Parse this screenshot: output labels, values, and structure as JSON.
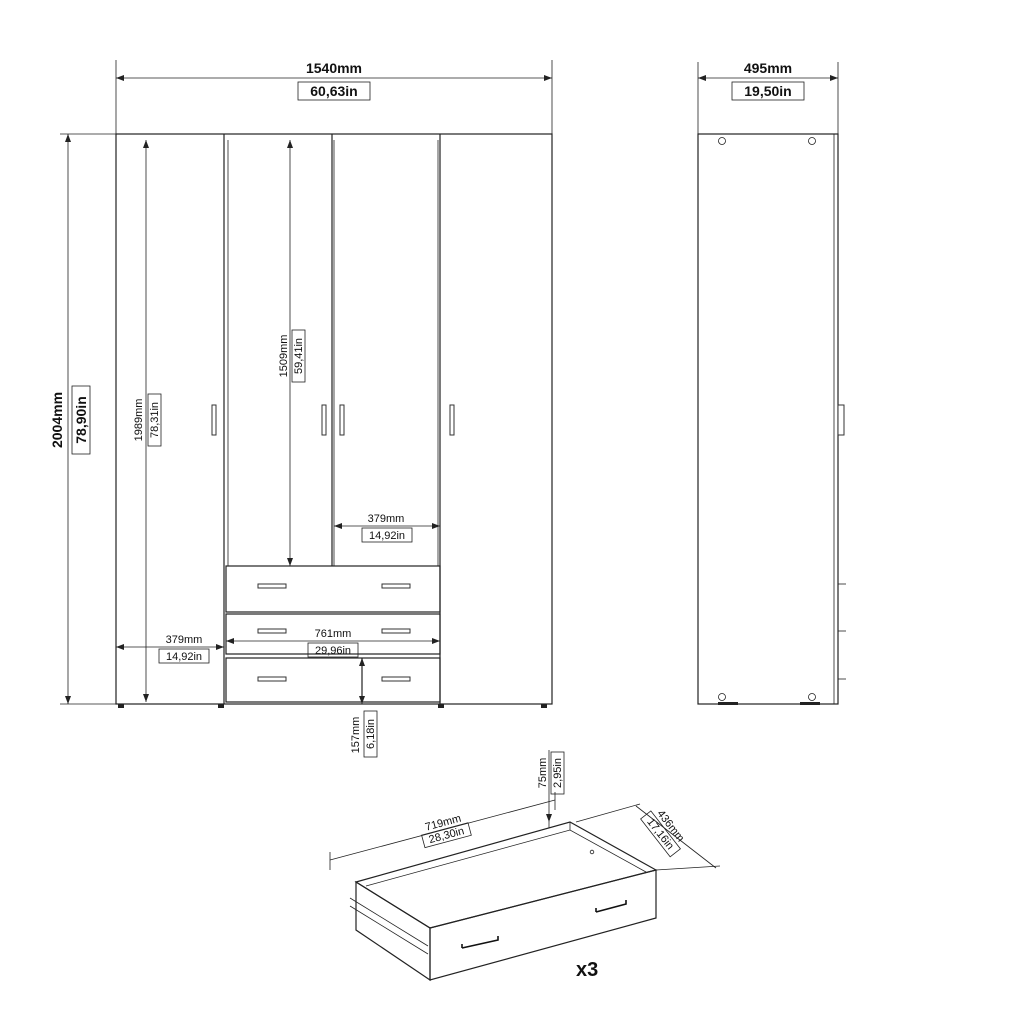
{
  "front": {
    "width_mm": "1540mm",
    "width_in": "60,63in",
    "height_mm": "2004mm",
    "height_in": "78,90in",
    "inner_height_mm": "1989mm",
    "inner_height_in": "78,31in",
    "mirror_height_mm": "1509mm",
    "mirror_height_in": "59,41in",
    "shelf_width_mm": "379mm",
    "shelf_width_in": "14,92in",
    "side_width_mm": "379mm",
    "side_width_in": "14,92in",
    "drawer_width_mm": "761mm",
    "drawer_width_in": "29,96in",
    "plinth_mm": "157mm",
    "plinth_in": "6,18in"
  },
  "side": {
    "depth_mm": "495mm",
    "depth_in": "19,50in"
  },
  "drawer": {
    "width_mm": "719mm",
    "width_in": "28,30in",
    "height_mm": "75mm",
    "height_in": "2,95in",
    "depth_mm": "436mm",
    "depth_in": "17,16in",
    "quantity": "x3"
  }
}
